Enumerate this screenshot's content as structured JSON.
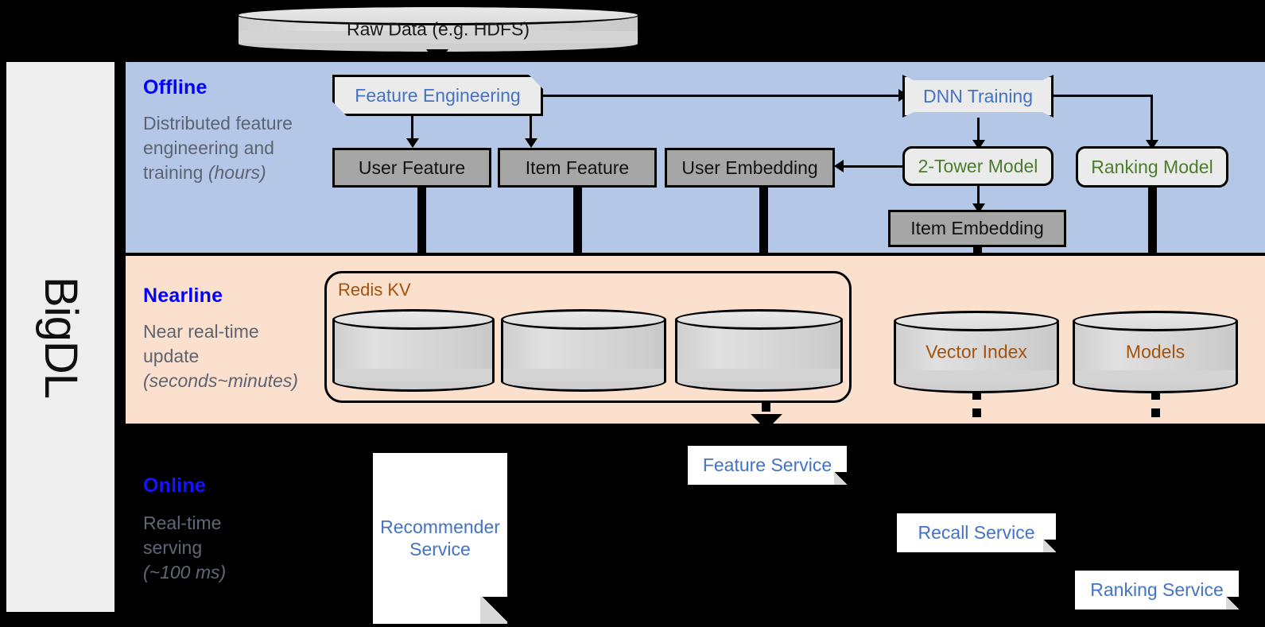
{
  "platform": {
    "name": "BigDL"
  },
  "source": {
    "label": "Raw Data (e.g. HDFS)"
  },
  "bands": {
    "offline": {
      "title": "Offline",
      "desc_line1": "Distributed feature",
      "desc_line2": "engineering and",
      "desc_line3": "training ",
      "desc_em": "(hours)"
    },
    "nearline": {
      "title": "Nearline",
      "desc_line1": "Near real-time",
      "desc_line2": "update",
      "desc_em": "(seconds~minutes)"
    },
    "online": {
      "title": "Online",
      "desc_line1": "Real-time",
      "desc_line2": "serving",
      "desc_em": "(~100 ms)"
    }
  },
  "offline_nodes": {
    "feature_engineering": "Feature Engineering",
    "dnn_training": "DNN Training",
    "user_feature": "User Feature",
    "item_feature": "Item Feature",
    "user_embedding": "User Embedding",
    "two_tower_model": "2-Tower Model",
    "ranking_model": "Ranking Model",
    "item_embedding": "Item Embedding"
  },
  "nearline_nodes": {
    "redis_kv": "Redis KV",
    "store_user_feature": "",
    "store_item_feature": "",
    "store_user_embedding": "",
    "vector_index": "Vector Index",
    "models": "Models"
  },
  "online_nodes": {
    "recommender_service": "Recommender Service",
    "feature_service": "Feature Service",
    "recall_service": "Recall Service",
    "ranking_service": "Ranking Service"
  },
  "colors": {
    "offline_band": "#b4c7e7",
    "nearline_band": "#fbe0ce",
    "online_band": "#000000",
    "band_title": "#0000ff",
    "band_desc": "#5d6370",
    "grey_box": "#a6a6a6",
    "proc_box": "#ebebeb",
    "blue_text": "#4472c4",
    "green_text": "#4a7d2c",
    "brown_text": "#a4520c",
    "rail": "#eeeeee"
  }
}
